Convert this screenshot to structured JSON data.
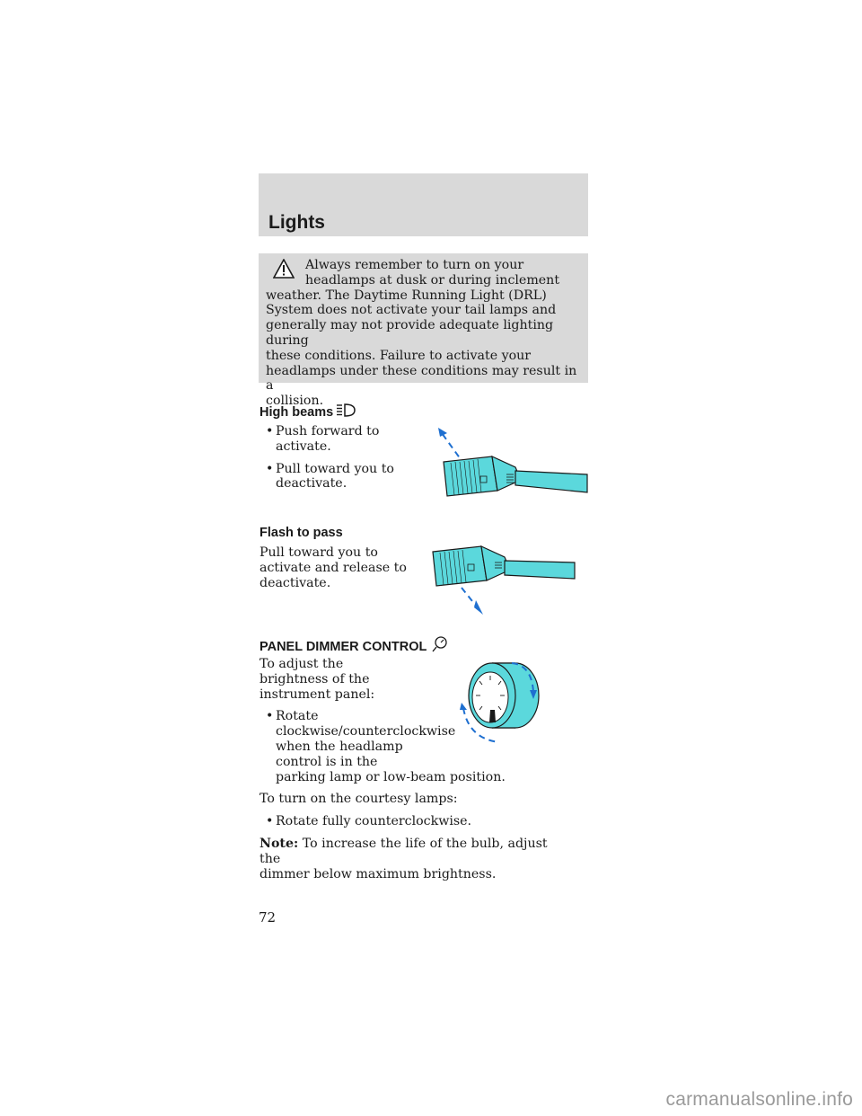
{
  "header": {
    "title": "Lights"
  },
  "warning": {
    "lines": [
      "Always remember to turn on your",
      "headlamps at dusk or during inclement",
      "weather. The Daytime Running Light (DRL)",
      "System does not activate your tail lamps and",
      "generally may not provide adequate lighting during",
      "these conditions. Failure to activate your",
      "headlamps under these conditions may result in a",
      "collision."
    ],
    "icon": "warning-triangle-icon"
  },
  "high_beams": {
    "heading": "High beams",
    "icon": "high-beam-icon",
    "bullets": [
      [
        "Push forward to",
        "activate."
      ],
      [
        "Pull toward you to",
        "deactivate."
      ]
    ]
  },
  "flash_to_pass": {
    "heading": "Flash to pass",
    "lines": [
      "Pull toward you to",
      "activate and release to",
      "deactivate."
    ]
  },
  "panel_dimmer": {
    "heading": "PANEL DIMMER CONTROL",
    "icon": "panel-dimmer-icon",
    "intro_lines": [
      "To adjust the",
      "brightness of the",
      "instrument panel:"
    ],
    "bullet_lines": [
      "Rotate",
      "clockwise/counterclockwise",
      "when the headlamp",
      "control is in the",
      "parking lamp or low-beam position."
    ],
    "courtesy_intro": "To turn on the courtesy lamps:",
    "courtesy_bullet": "Rotate fully counterclockwise.",
    "note_label": "Note:",
    "note_lines": [
      "To increase the life of the bulb, adjust the",
      "dimmer below maximum brightness."
    ]
  },
  "bullet_char": "•",
  "page_number": "72",
  "watermark": "carmanualsonline.info",
  "colors": {
    "band": "#d9d9d9",
    "illustration": "#5bd8dc",
    "arrow": "#1e6fd0"
  }
}
